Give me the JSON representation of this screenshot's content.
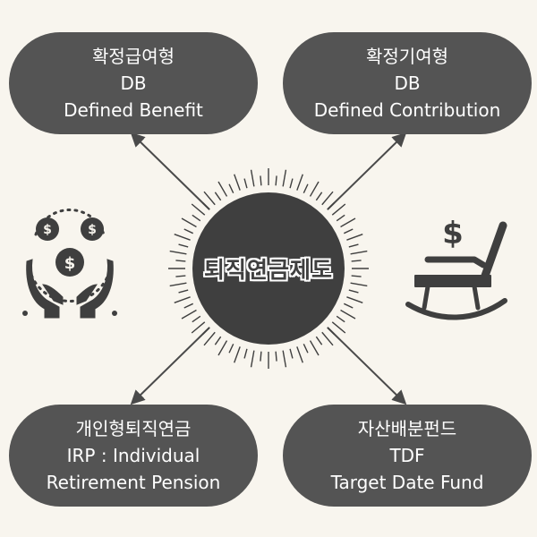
{
  "center": {
    "label": "퇴직연금제도"
  },
  "nodes": [
    {
      "id": "tl",
      "lines": [
        "확정급여형",
        "DB",
        "Defined Benefit"
      ]
    },
    {
      "id": "tr",
      "lines": [
        "확정기여형",
        "DB",
        "Defined Contribution"
      ]
    },
    {
      "id": "bl",
      "lines": [
        "개인형퇴직연금",
        "IRP : Individual",
        "Retirement Pension"
      ]
    },
    {
      "id": "br",
      "lines": [
        "자산배분펀드",
        "TDF",
        "Target Date Fund"
      ]
    }
  ],
  "icons": {
    "left": "hands-with-coins-icon",
    "right": "rocking-chair-icon"
  },
  "colors": {
    "background": "#f8f5ee",
    "pill": "#545454",
    "center": "#3f3f3f",
    "text": "#ffffff"
  }
}
